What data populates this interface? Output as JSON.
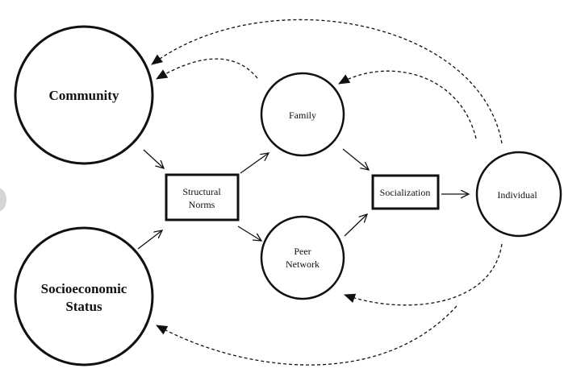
{
  "diagram": {
    "nodes": {
      "community": {
        "label": "Community"
      },
      "socioeconomic": {
        "line1": "Socioeconomic",
        "line2": "Status"
      },
      "structural_norms": {
        "line1": "Structural",
        "line2": "Norms"
      },
      "family": {
        "label": "Family"
      },
      "peer_network": {
        "line1": "Peer",
        "line2": "Network"
      },
      "socialization": {
        "label": "Socialization"
      },
      "individual": {
        "label": "Individual"
      }
    }
  },
  "colors": {
    "stroke": "#111111",
    "background": "#ffffff",
    "edge_tab": "#d6d6d6"
  }
}
